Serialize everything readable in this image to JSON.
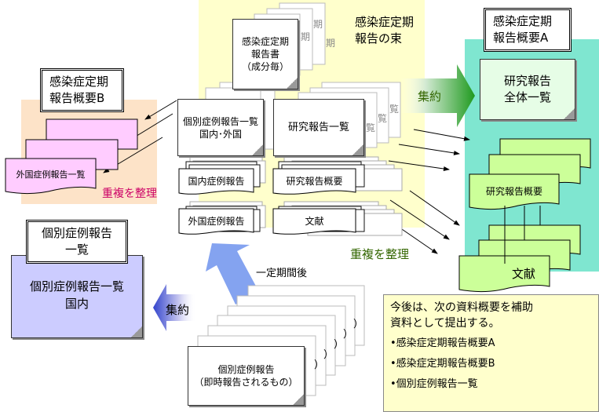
{
  "title_a": {
    "line1": "感染症定期",
    "line2": "報告概要A"
  },
  "title_b": {
    "line1": "感染症定期",
    "line2": "報告概要B"
  },
  "title_list": {
    "line1": "個別症例報告",
    "line2": "一覧"
  },
  "bundle_label": {
    "line1": "感染症定期",
    "line2": "報告の束"
  },
  "report_doc": {
    "line1": "感染症定期",
    "line2": "報告書",
    "line3": "（成分毎）"
  },
  "ghost_suffix": "期",
  "ghost_list_suffix": "覧",
  "case_list_doc": {
    "line1": "個別症例報告一覧",
    "line2": "国内･外国"
  },
  "research_list_doc": "研究報告一覧",
  "domestic_case_doc": "国内症例報告",
  "research_summary_doc": "研究報告概要",
  "foreign_case_doc": "外国症例報告",
  "literature_doc": "文献",
  "foreign_list_b": "外国症例報告一覧",
  "dedup_b": "重複を整理",
  "dedup_main": "重複を整理",
  "consolidate_right": "集約",
  "consolidate_left": "集約",
  "research_overall": {
    "line1": "研究報告",
    "line2": "全体一覧"
  },
  "research_summary_a": "研究報告概要",
  "literature_a": "文献",
  "domestic_list": {
    "line1": "個別症例報告一覧",
    "line2": "国内"
  },
  "after_period": "一定期間後",
  "individual_report": {
    "line1": "個別症例報告",
    "line2": "（即時報告されるもの）"
  },
  "ghost_paren": "）",
  "note": {
    "line1": "今後は、次の資料概要を補助",
    "line2": "資料として提出する。",
    "bullets": [
      "•感染症定期報告概要A",
      "•感染症定期報告概要B",
      "•個別症例報告一覧"
    ]
  },
  "colors": {
    "yellow_panel": "#ffffcc",
    "peach_panel": "#fde3c8",
    "teal_panel": "#7fe6d0",
    "pink_doc": "#ffccff",
    "lime_doc": "#ccff99",
    "lavender_doc": "#ccccff",
    "mint_doc": "#e6fde6",
    "green_arrow": "#2e9b2e",
    "blue_arrow": "#7799ee"
  }
}
